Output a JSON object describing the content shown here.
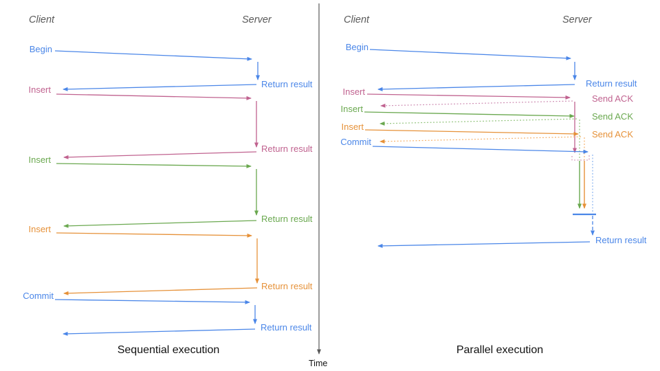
{
  "left": {
    "client_header": "Client",
    "server_header": "Server",
    "caption": "Sequential execution",
    "messages": [
      {
        "request": "Begin",
        "response": "Return result",
        "color": "#4a86e8"
      },
      {
        "request": "Insert",
        "response": "Return result",
        "color": "#c0628f"
      },
      {
        "request": "Insert",
        "response": "Return result",
        "color": "#6aa84f"
      },
      {
        "request": "Insert",
        "response": "Return result",
        "color": "#e69138"
      },
      {
        "request": "Commit",
        "response": "Return result",
        "color": "#4a86e8"
      }
    ]
  },
  "right": {
    "client_header": "Client",
    "server_header": "Server",
    "caption": "Parallel execution",
    "messages": [
      {
        "request": "Begin",
        "response": "Return result",
        "color": "#4a86e8"
      },
      {
        "request": "Insert",
        "response": "Send ACK",
        "color": "#c0628f"
      },
      {
        "request": "Insert",
        "response": "Send ACK",
        "color": "#6aa84f"
      },
      {
        "request": "Insert",
        "response": "Send ACK",
        "color": "#e69138"
      },
      {
        "request": "Commit",
        "response": "Return result",
        "color": "#4a86e8"
      }
    ]
  },
  "time_axis": {
    "label": "Time"
  },
  "palette": {
    "blue": "#4a86e8",
    "pink": "#c0628f",
    "green": "#6aa84f",
    "orange": "#e69138",
    "axis": "#595959"
  }
}
